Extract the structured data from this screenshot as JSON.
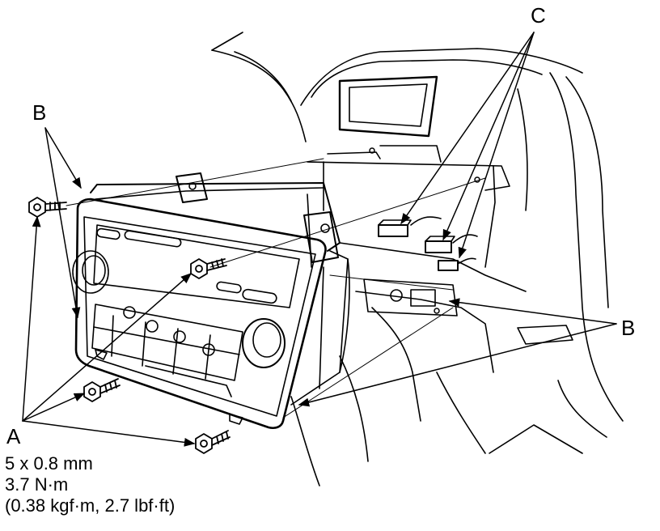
{
  "callouts": {
    "a": "A",
    "b_left": "B",
    "b_right": "B",
    "c": "C"
  },
  "spec": {
    "size": "5 x 0.8 mm",
    "torque_nm": "3.7 N·m",
    "torque_alt": "(0.38 kgf·m, 2.7 lbf·ft)"
  },
  "colors": {
    "ink": "#000000",
    "paper": "#ffffff"
  }
}
